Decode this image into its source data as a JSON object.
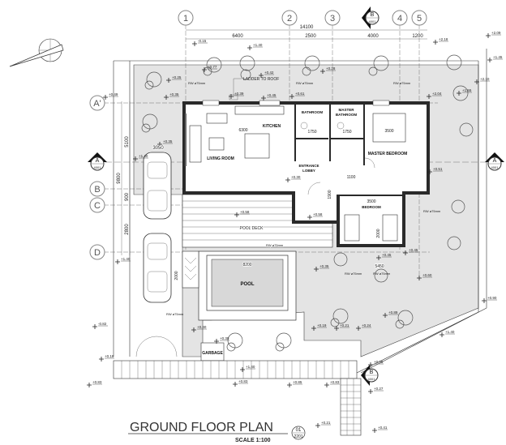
{
  "drawing": {
    "title": "GROUND FLOOR PLAN",
    "scale": "SCALE 1:100",
    "sheet_ref_top": "01",
    "sheet_ref_bottom": "2201"
  },
  "grid_lines": {
    "columns": [
      "1",
      "2",
      "3",
      "4",
      "5"
    ],
    "rows": [
      "A'",
      "B",
      "C",
      "D"
    ]
  },
  "section_markers": [
    {
      "letter": "B",
      "sheet": "4001"
    },
    {
      "letter": "A",
      "sheet": "4001"
    },
    {
      "letter": "A",
      "sheet": "4001"
    },
    {
      "letter": "B",
      "sheet": "4001"
    }
  ],
  "dimensions": [
    "14100",
    "6400",
    "2500",
    "4000",
    "1200",
    "5100",
    "9800",
    "900",
    "2800",
    "3050",
    "6300",
    "1750",
    "1750",
    "3500",
    "3500",
    "8200",
    "5450",
    "2000",
    "1100",
    "2000",
    "1900"
  ],
  "rooms": {
    "kitchen": "KITCHEN",
    "living": "LIVING ROOM",
    "bathroom": "BATHROOM",
    "master_bath_1": "MASTER",
    "master_bath_2": "BATHROOM",
    "master_bedroom": "MASTER BEDROOM",
    "lobby_1": "ENTRANCE",
    "lobby_2": "LOBBY",
    "bedroom": "BEDROOM",
    "pool_deck": "POOL DECK",
    "pool": "POOL",
    "garbage": "GARBAGE"
  },
  "notes": {
    "ladder": "LADDER TO ROOF",
    "rw": [
      "RW ø75mm",
      "RW ø75mm",
      "RW ø75mm",
      "RW ø75mm",
      "RW ø75mm",
      "RW ø75mm",
      "RW ø75mm",
      "RW ø75mm"
    ]
  },
  "levels": [
    "+2.09",
    "-0.15",
    "+1.40",
    "+2.18",
    "+1.45",
    "+2.10",
    "+0.25",
    "+0.77",
    "+0.42",
    "+0.28",
    "+0.49",
    "+0.35",
    "+0.39",
    "+0.45",
    "+0.61",
    "+2.04",
    "+1.55",
    "+0.35",
    "+1.40",
    "+0.58",
    "+0.58",
    "+1.40",
    "+0.45",
    "+0.60",
    "+0.90",
    "+0.89",
    "-0.82",
    "+0.40",
    "+0.30",
    "+0.19",
    "+0.21",
    "+0.24",
    "+0.18",
    "+1.40",
    "+0.35",
    "+0.27",
    "+0.83",
    "+0.83",
    "+0.85",
    "+0.83",
    "+0.21",
    "+0.41",
    "+1.40",
    "+0.30",
    "+0.35",
    "+0.45",
    "+0.51"
  ]
}
